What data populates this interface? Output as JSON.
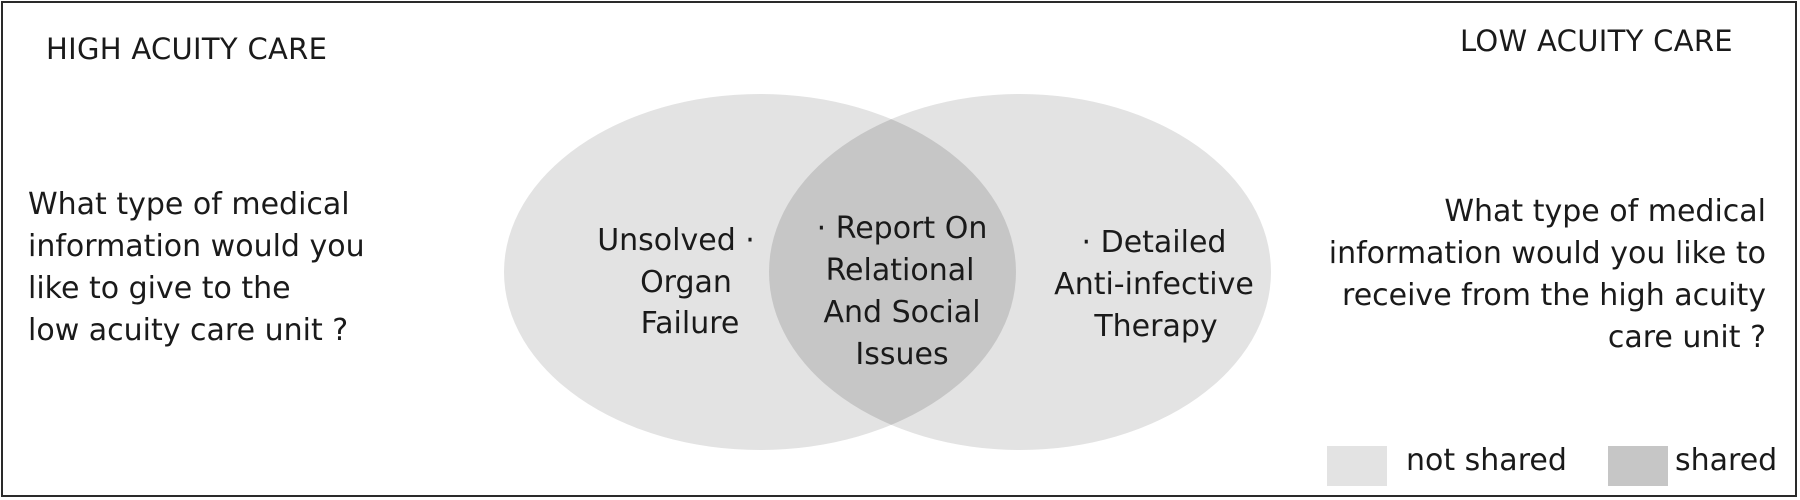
{
  "header": {
    "left_title": "HIGH ACUITY CARE",
    "right_title": "LOW ACUITY CARE"
  },
  "questions": {
    "left": "What type of medical\ninformation would you\nlike to give  to the\nlow acuity care unit ?",
    "right": "What type of medical\ninformation would you like to\nreceive from the high acuity\ncare unit ?"
  },
  "venn": {
    "left_only": [
      "Unsolved ·",
      "Organ",
      "Failure"
    ],
    "shared": [
      "· Report On",
      "Relational",
      "And Social",
      "Issues"
    ],
    "right_only": [
      "· Detailed",
      "Anti-infective",
      "Therapy"
    ]
  },
  "legend": {
    "not_shared_label": "not shared",
    "shared_label": "shared"
  },
  "colors": {
    "not_shared": "#e3e3e3",
    "shared": "#c6c6c6",
    "border": "#2a2a2a"
  }
}
